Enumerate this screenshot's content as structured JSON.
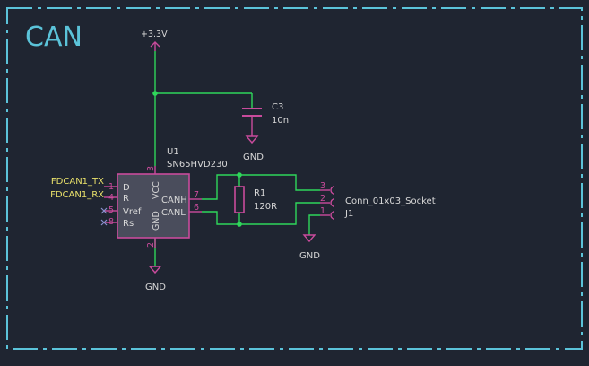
{
  "sheet": {
    "title": "CAN",
    "colors": {
      "background": "#1f2531",
      "frame": "#5bc3d9",
      "wire": "#2fd65a",
      "symbol": "#c94b9c",
      "symbol_fill": "#4a4d5c",
      "text": "#d8d8d8",
      "label": "#e8e06a",
      "pin_number": "#c94b9c"
    }
  },
  "power": {
    "supply_label": "+3.3V",
    "gnd_label_cap": "GND",
    "gnd_label_ic": "GND",
    "gnd_label_conn": "GND"
  },
  "capacitor": {
    "ref": "C3",
    "value": "10n"
  },
  "ic": {
    "ref": "U1",
    "value": "SN65HVD230",
    "pins": {
      "d": "D",
      "r": "R",
      "vref": "Vref",
      "rs": "Rs",
      "vcc": "VCC",
      "gnd": "GND",
      "canh": "CANH",
      "canl": "CANL"
    },
    "pin_numbers": {
      "d": "1",
      "r": "4",
      "vref": "5",
      "rs": "8",
      "vcc": "3",
      "gnd": "2",
      "canh": "7",
      "canl": "6"
    }
  },
  "net_labels": {
    "tx": "FDCAN1_TX",
    "rx": "FDCAN1_RX"
  },
  "resistor": {
    "ref": "R1",
    "value": "120R"
  },
  "connector": {
    "value": "Conn_01x03_Socket",
    "ref": "J1",
    "pin_numbers": [
      "3",
      "2",
      "1"
    ]
  }
}
